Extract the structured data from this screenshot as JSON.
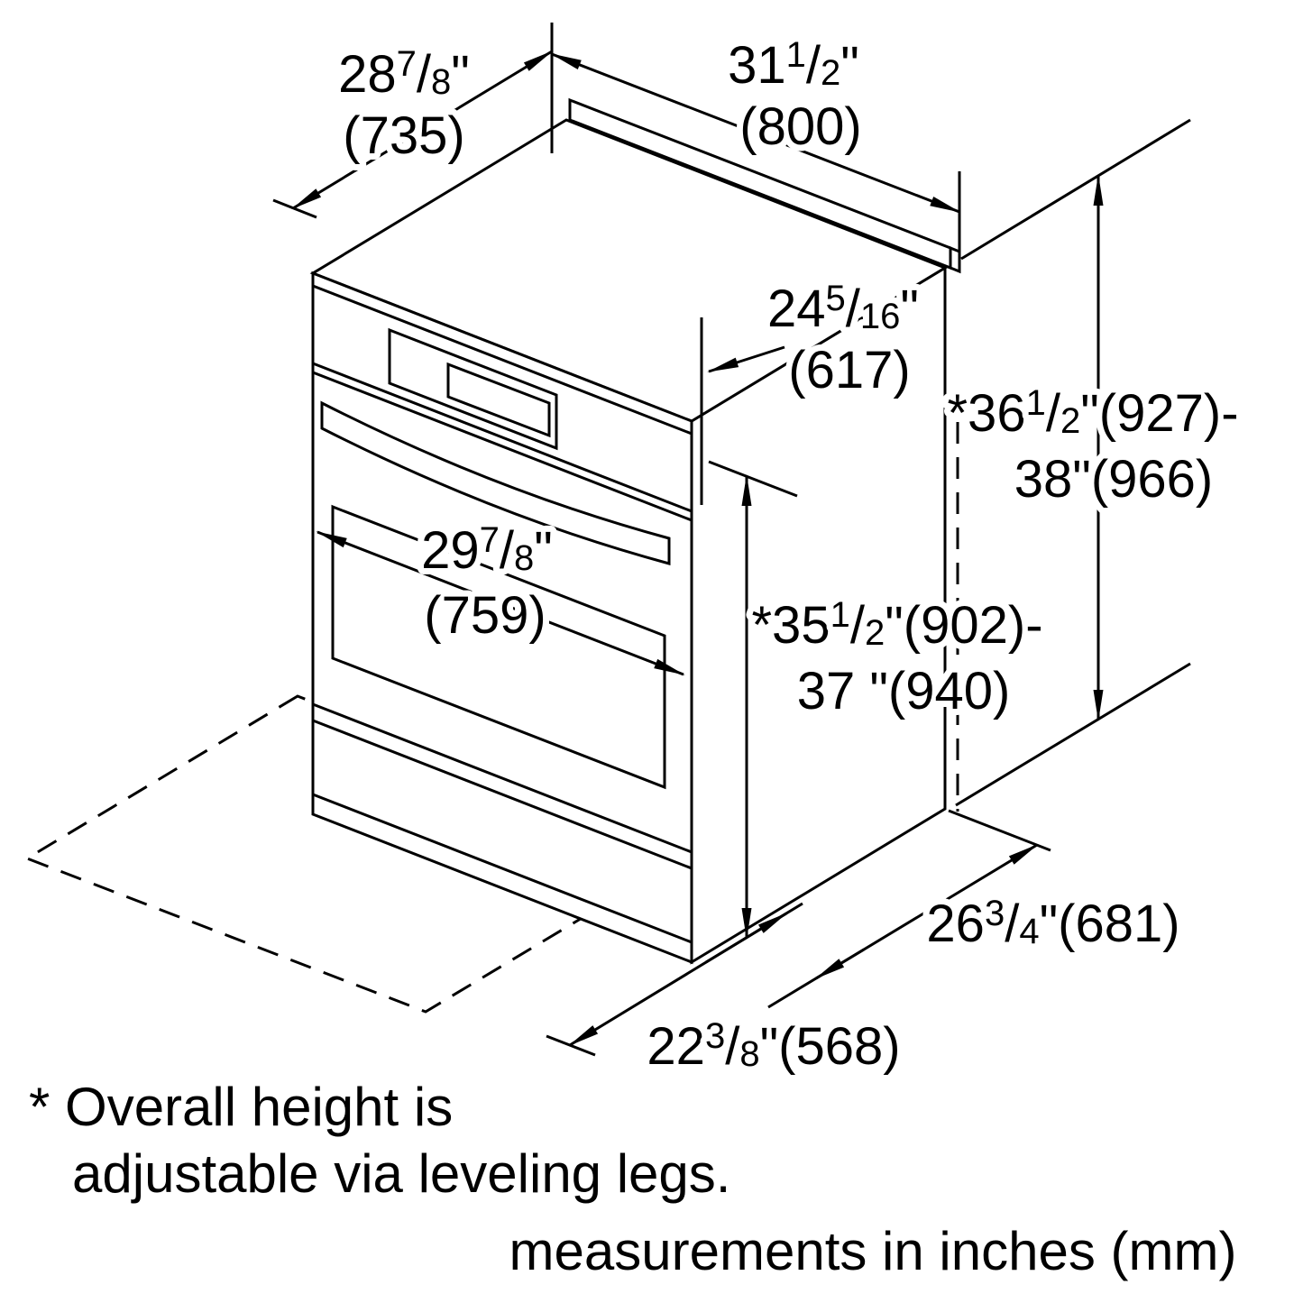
{
  "diagram_type": "appliance-installation-dimensions",
  "colors": {
    "line": "#000000",
    "background": "#ffffff"
  },
  "dims": {
    "top_depth": {
      "line1": [
        [
          "28",
          "m"
        ],
        [
          "7",
          "u"
        ],
        [
          "/",
          "m"
        ],
        [
          "8",
          "d"
        ],
        [
          "\"",
          "m"
        ]
      ],
      "line2": [
        [
          "(735)",
          "m"
        ]
      ]
    },
    "overall_width": {
      "line1": [
        [
          "31",
          "m"
        ],
        [
          "1",
          "u"
        ],
        [
          "/",
          "m"
        ],
        [
          "2",
          "d"
        ],
        [
          "\"",
          "m"
        ]
      ],
      "line2": [
        [
          "(800)",
          "m"
        ]
      ]
    },
    "countertop_depth": {
      "line1": [
        [
          "24",
          "m"
        ],
        [
          "5",
          "u"
        ],
        [
          "/",
          "m"
        ],
        [
          "16",
          "d"
        ],
        [
          "\"",
          "m"
        ]
      ],
      "line2": [
        [
          "(617)",
          "m"
        ]
      ]
    },
    "height_max": {
      "line1": [
        [
          "*36",
          "m"
        ],
        [
          "1",
          "u"
        ],
        [
          "/",
          "m"
        ],
        [
          "2",
          "d"
        ],
        [
          "\"(927)-",
          "m"
        ]
      ],
      "line2": [
        [
          "38\"(966)",
          "m"
        ]
      ]
    },
    "front_width": {
      "line1": [
        [
          "29",
          "m"
        ],
        [
          "7",
          "u"
        ],
        [
          "/",
          "m"
        ],
        [
          "8",
          "d"
        ],
        [
          "\"",
          "m"
        ]
      ],
      "line2": [
        [
          "(759)",
          "m"
        ]
      ]
    },
    "height_cooktop": {
      "line1": [
        [
          "*35",
          "m"
        ],
        [
          "1",
          "u"
        ],
        [
          "/",
          "m"
        ],
        [
          "2",
          "d"
        ],
        [
          "\"(902)-",
          "m"
        ]
      ],
      "line2": [
        [
          "37 \"(940)",
          "m"
        ]
      ]
    },
    "base_depth": {
      "line1": [
        [
          "26",
          "m"
        ],
        [
          "3",
          "u"
        ],
        [
          "/",
          "m"
        ],
        [
          "4",
          "d"
        ],
        [
          "\"(681)",
          "m"
        ]
      ]
    },
    "door_open_depth": {
      "line1": [
        [
          "22",
          "m"
        ],
        [
          "3",
          "u"
        ],
        [
          "/",
          "m"
        ],
        [
          "8",
          "d"
        ],
        [
          "\"(568)",
          "m"
        ]
      ]
    }
  },
  "footnote": {
    "line1": "* Overall height is",
    "line2": "adjustable via leveling legs."
  },
  "units_note": "measurements in inches (mm)"
}
